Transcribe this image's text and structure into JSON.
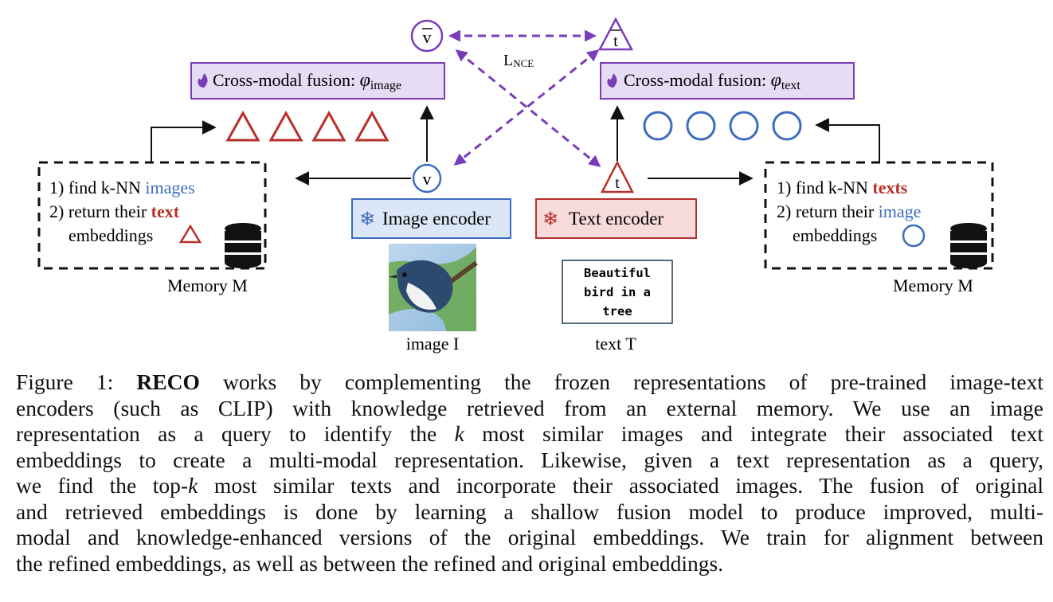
{
  "diagram": {
    "left_memory": {
      "step1_prefix": "1) find k-NN ",
      "step1_highlight": "images",
      "step2_prefix": "2) return their ",
      "step2_highlight": "text",
      "step3": "embeddings",
      "label": "Memory M"
    },
    "right_memory": {
      "step1_prefix": "1) find k-NN ",
      "step1_highlight": "texts",
      "step2_prefix": "2) return their ",
      "step2_highlight": "image",
      "step3": "embeddings",
      "label": "Memory M"
    },
    "fusion_image": {
      "label": "Cross-modal fusion: ",
      "symbol": "φ",
      "subscript": "image"
    },
    "fusion_text": {
      "label": "Cross-modal fusion: ",
      "symbol": "φ",
      "subscript": "text"
    },
    "image_encoder": "Image encoder",
    "text_encoder": "Text encoder",
    "v_node": "v",
    "t_node": "t",
    "v_bar_node": "v",
    "t_bar_node": "t",
    "loss_label": "L",
    "loss_subscript": "NCE",
    "input_text_lines": [
      "Beautiful",
      "bird in a",
      "tree"
    ],
    "image_label": "image I",
    "text_label": "text T"
  },
  "caption": {
    "line1_a": "Figure 1: ",
    "line1_b": "RECO",
    "line1_c": " works by complementing the frozen representations of pre-trained image-text",
    "line2": "encoders (such as CLIP) with knowledge retrieved from an external memory.  We use an image",
    "line3_a": "representation as a query to identify the ",
    "line3_k": "k",
    "line3_b": " most similar images and integrate their associated text",
    "line4": "embeddings to create a multi-modal representation. Likewise, given a text representation as a query,",
    "line5_a": "we find the top-",
    "line5_k": "k",
    "line5_b": " most similar texts and incorporate their associated images. The fusion of original",
    "line6": "and retrieved embeddings is done by learning a shallow fusion model to produce improved, multi-",
    "line7": "modal and knowledge-enhanced versions of the original embeddings. We train for alignment between",
    "line8": "the refined embeddings, as well as between the refined and original embeddings."
  },
  "colors": {
    "red": "#b8302a",
    "blue": "#3d6cc0",
    "purple": "#7a3db8",
    "purple_fill": "#e6dcf4",
    "blue_fill": "#dbe6f6",
    "red_fill": "#f7dada"
  }
}
